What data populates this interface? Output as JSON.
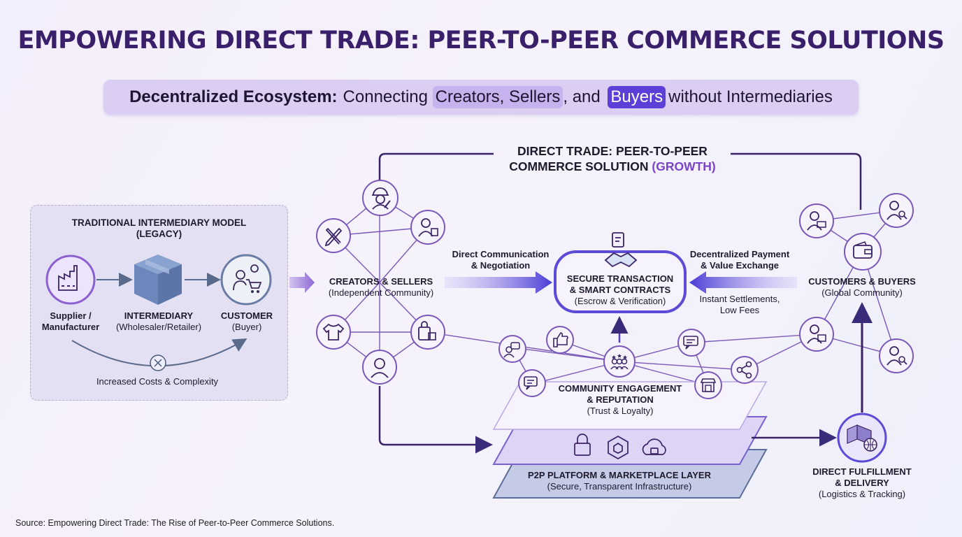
{
  "title": "EMPOWERING DIRECT TRADE: PEER-TO-PEER COMMERCE SOLUTIONS",
  "subtitle": {
    "bold": "Decentralized Ecosystem:",
    "p1": "Connecting ",
    "h1": "Creators, Sellers",
    "p2": ", and ",
    "h2": "Buyers",
    "p3": "without Intermediaries"
  },
  "legacy": {
    "heading_line1": "TRADITIONAL INTERMEDIARY MODEL",
    "heading_line2": "(LEGACY)",
    "supplier_line1": "Supplier /",
    "supplier_line2": "Manufacturer",
    "intermediary": "INTERMEDIARY",
    "intermediary_sub": "(Wholesaler/Retailer)",
    "customer": "CUSTOMER",
    "customer_sub": "(Buyer)",
    "note": "Increased Costs & Complexity"
  },
  "growth": {
    "line1": "DIRECT TRADE: PEER-TO-PEER",
    "line2": "COMMERCE SOLUTION ",
    "accent": "(GROWTH)"
  },
  "creators": {
    "title": "CREATORS & SELLERS",
    "sub": "(Independent Community)"
  },
  "customers": {
    "title": "CUSTOMERS & BUYERS",
    "sub": "(Global Community)"
  },
  "direct_comm": {
    "line1": "Direct Communication",
    "line2": "& Negotiation"
  },
  "decentralized_payment": {
    "line1": "Decentralized Payment",
    "line2": "& Value Exchange"
  },
  "instant": {
    "line1": "Instant Settlements,",
    "line2": "Low Fees"
  },
  "secure": {
    "line1": "SECURE TRANSACTION",
    "line2": "& SMART CONTRACTS",
    "sub": "(Escrow & Verification)"
  },
  "community": {
    "line1": "COMMUNITY ENGAGEMENT",
    "line2": "& REPUTATION",
    "sub": "(Trust & Loyalty)"
  },
  "platform": {
    "title": "P2P PLATFORM & MARKETPLACE LAYER",
    "sub": "(Secure, Transparent Infrastructure)"
  },
  "fulfillment": {
    "line1": "DIRECT FULFILLMENT",
    "line2": "& DELIVERY",
    "sub": "(Logistics & Tracking)"
  },
  "source": "Source: Empowering Direct Trade: The Rise of Peer-to-Peer Commerce Solutions.",
  "colors": {
    "primary": "#3a1f6b",
    "accent": "#6a45c8",
    "arrow": "#4f3fd6",
    "line": "#7a58b8"
  }
}
